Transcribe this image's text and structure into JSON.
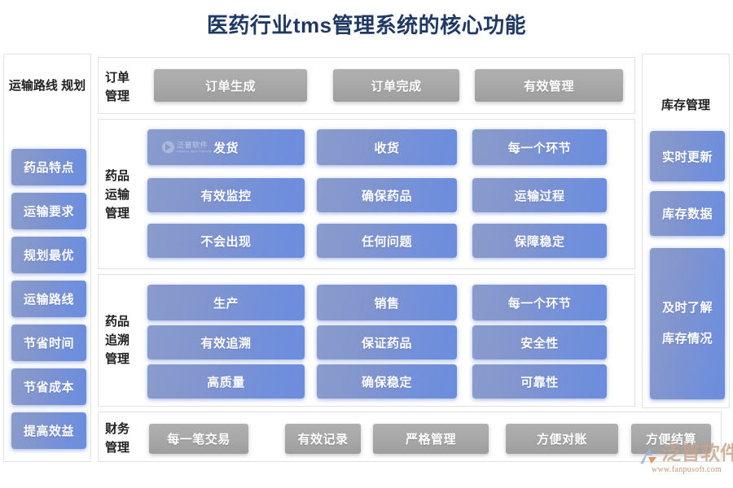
{
  "title": "医药行业tms管理系统的核心功能",
  "colors": {
    "title_color": "#1f3864",
    "blue_button_start": "#8a9ccc",
    "blue_button_end": "#6b8ddd",
    "grey_button": "#a7a7a7",
    "panel_border": "#e2e2e2",
    "brand_color": "#c8a48c"
  },
  "left_column": {
    "title": "运输路线\n规划",
    "title_line1": "运输路线",
    "title_line2": "规划",
    "items": [
      {
        "label": "药品特点"
      },
      {
        "label": "运输要求"
      },
      {
        "label": "规划最优"
      },
      {
        "label": "运输路线"
      },
      {
        "label": "节省时间"
      },
      {
        "label": "节省成本"
      },
      {
        "label": "提高效益"
      }
    ]
  },
  "right_column": {
    "title": "库存管理",
    "items": [
      {
        "label": "实时更新"
      },
      {
        "label": "库存数据"
      }
    ],
    "tall_box": {
      "line1": "及时了解",
      "line2": "库存情况"
    }
  },
  "rows": [
    {
      "id": "order",
      "label_lines": [
        "订单",
        "管理"
      ],
      "style": "grey",
      "grid": [
        [
          "订单生成",
          "订单完成",
          "有效管理"
        ]
      ]
    },
    {
      "id": "transport",
      "label_lines": [
        "药品",
        "运输",
        "管理"
      ],
      "style": "blue",
      "grid": [
        [
          "发货",
          "收货",
          "每一个环节"
        ],
        [
          "有效监控",
          "确保药品",
          "运输过程"
        ],
        [
          "不会出现",
          "任何问题",
          "保障稳定"
        ]
      ]
    },
    {
      "id": "trace",
      "label_lines": [
        "药品",
        "追溯",
        "管理"
      ],
      "style": "blue",
      "grid": [
        [
          "生产",
          "销售",
          "每一个环节"
        ],
        [
          "有效追溯",
          "保证药品",
          "安全性"
        ],
        [
          "高质量",
          "确保稳定",
          "可靠性"
        ]
      ]
    },
    {
      "id": "finance",
      "label_lines": [
        "财务",
        "管理"
      ],
      "style": "grey",
      "grid": [
        [
          "每一笔交易",
          "有效记录",
          "严格管理",
          "方便对账",
          "方便结算"
        ]
      ]
    }
  ],
  "watermarks": {
    "cell_logo_text": "泛普软件",
    "cell_logo_sub": "FANPU SOFTWARE",
    "brand_name": "泛普软件",
    "brand_url": "www.fanpusoft.com"
  }
}
